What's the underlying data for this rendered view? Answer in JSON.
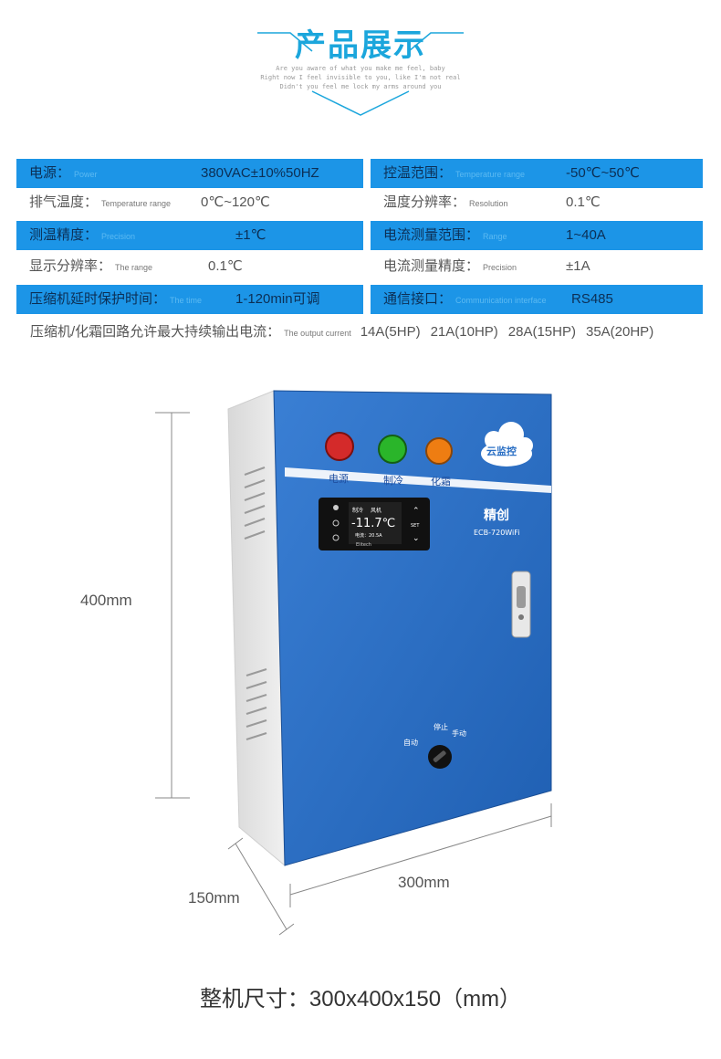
{
  "header": {
    "title": "产品展示",
    "subtitle_lines": [
      "Are you aware of what you make me feel, baby",
      "Right now I feel invisible to you, like I'm not real",
      "Didn't you feel me lock my arms around you"
    ]
  },
  "specs": [
    {
      "left": {
        "label": "电源：",
        "en": "Power",
        "value": "380VAC±10%50HZ"
      },
      "right": {
        "label": "控温范围：",
        "en": "Temperature range",
        "value": "-50℃~50℃"
      }
    },
    {
      "left": {
        "label": "排气温度：",
        "en": "Temperature range",
        "value": "0℃~120℃"
      },
      "right": {
        "label": "温度分辨率：",
        "en": "Resolution",
        "value": "0.1℃"
      }
    },
    {
      "left": {
        "label": "测温精度：",
        "en": "Precision",
        "value": "±1℃"
      },
      "right": {
        "label": "电流测量范围：",
        "en": "Range",
        "value": "1~40A"
      }
    },
    {
      "left": {
        "label": "显示分辨率：",
        "en": "The range",
        "value": "0.1℃"
      },
      "right": {
        "label": "电流测量精度：",
        "en": "Precision",
        "value": "±1A"
      }
    },
    {
      "left": {
        "label": "压缩机延时保护时间：",
        "en": "The time",
        "value": "1-120min可调"
      },
      "right": {
        "label": "通信接口：",
        "en": "Communication interface",
        "value": "RS485"
      }
    }
  ],
  "current_row": {
    "label": "压缩机/化霜回路允许最大持续输出电流：",
    "en": "The output current",
    "values": [
      "14A(5HP)",
      "21A(10HP)",
      "28A(15HP)",
      "35A(20HP)"
    ]
  },
  "product": {
    "indicators": [
      "电源",
      "制冷",
      "化霜"
    ],
    "indicator_colors": [
      "#d42a2a",
      "#2ab52a",
      "#ee7d12"
    ],
    "cloud_label": "云监控",
    "brand": "精创",
    "model": "ECB-720WiFi",
    "display": {
      "temperature": "-11.7℃",
      "tag_cooling": "制冷",
      "tag_fan": "风机",
      "current_line": "电流：20.5A",
      "logo": "Elitech",
      "set_label": "SET"
    },
    "knob_labels": {
      "auto": "自动",
      "stop": "停止",
      "manual": "手动"
    },
    "dimensions": {
      "height": "400mm",
      "width": "300mm",
      "depth": "150mm"
    },
    "colors": {
      "panel": "#2a6fc4",
      "side": "#e6e6e6"
    }
  },
  "footer": "整机尺寸：300x400x150（mm）"
}
